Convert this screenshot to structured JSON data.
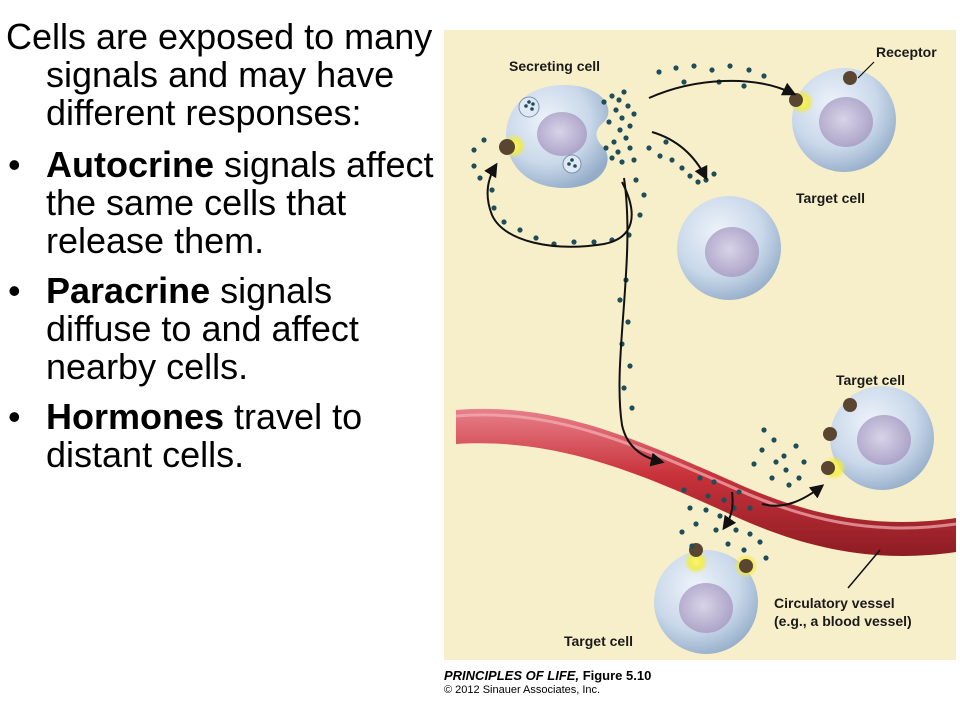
{
  "slide": {
    "intro": "Cells are exposed to many signals and may have different responses:",
    "bullets": [
      {
        "bold": "Autocrine",
        "rest": " signals affect the same cells that release them."
      },
      {
        "bold": "Paracrine",
        "rest": " signals diffuse to and affect nearby cells."
      },
      {
        "bold": "Hormones",
        "rest": " travel to distant cells."
      }
    ],
    "bullet_char": "•"
  },
  "figure": {
    "labels": {
      "secreting_cell": "Secreting cell",
      "receptor": "Receptor",
      "target_cell_top": "Target cell",
      "target_cell_right": "Target cell",
      "target_cell_bottom": "Target cell",
      "vessel_line1": "Circulatory vessel",
      "vessel_line2": "(e.g., a blood vessel)"
    },
    "caption_book": "PRINCIPLES OF LIFE,",
    "caption_figure": " Figure 5.10",
    "copyright": "© 2012 Sinauer Associates, Inc.",
    "colors": {
      "panel": "#f7efca",
      "vessel": "#c8323a",
      "cell": "#c9d8ea",
      "nucleus": "#b9b3d2",
      "receptor": "#5a4630",
      "receptor_glow": "#f3ec3a",
      "molecule": "#1f4e5a",
      "arrow": "#111111"
    }
  }
}
